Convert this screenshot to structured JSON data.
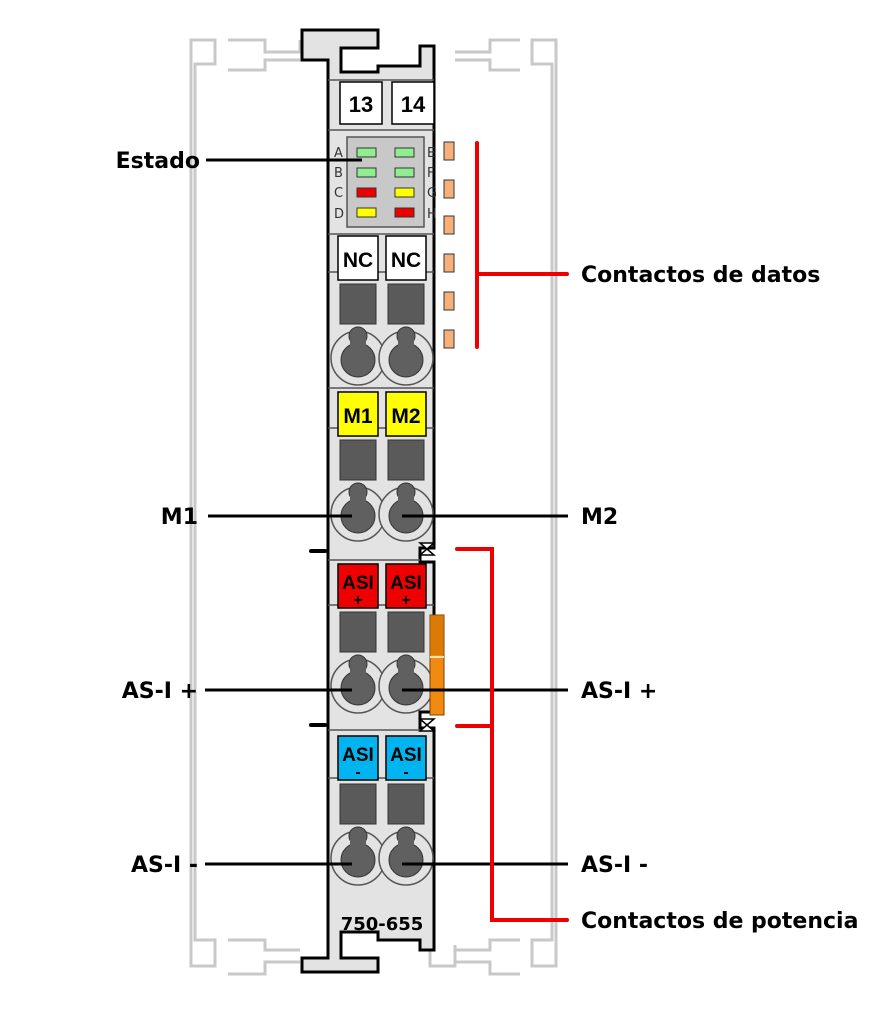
{
  "module": {
    "part_number": "750-655",
    "top_markers": [
      "13",
      "14"
    ],
    "status_leds": {
      "left_labels": [
        "A",
        "B",
        "C",
        "D"
      ],
      "right_labels": [
        "E",
        "F",
        "G",
        "H"
      ],
      "left_colors": [
        "#90ee90",
        "#90ee90",
        "#ee0000",
        "#ffff00"
      ],
      "right_colors": [
        "#90ee90",
        "#90ee90",
        "#ffff00",
        "#ee0000"
      ]
    },
    "terminal_groups": [
      {
        "labels": [
          "NC",
          "NC"
        ],
        "sub": [
          "",
          ""
        ],
        "color": "#ffffff"
      },
      {
        "labels": [
          "M1",
          "M2"
        ],
        "sub": [
          "",
          ""
        ],
        "color": "#ffff00"
      },
      {
        "labels": [
          "ASI",
          "ASI"
        ],
        "sub": [
          "+",
          "+"
        ],
        "color": "#ee0000"
      },
      {
        "labels": [
          "ASI",
          "ASI"
        ],
        "sub": [
          "-",
          "-"
        ],
        "color": "#00b4f0"
      }
    ],
    "colors": {
      "housing": "#e3e3e3",
      "rail_ghost": "#c8c8c8",
      "contact": "#f7b07a",
      "power_jumper": "#f08a10",
      "callout_red": "#ee0000"
    }
  },
  "callouts": {
    "estado": "Estado",
    "contactos_datos": "Contactos de datos",
    "m1": "M1",
    "m2": "M2",
    "asi_plus_left": "AS-I +",
    "asi_plus_right": "AS-I +",
    "asi_minus_left": "AS-I -",
    "asi_minus_right": "AS-I -",
    "contactos_potencia": "Contactos de potencia"
  }
}
